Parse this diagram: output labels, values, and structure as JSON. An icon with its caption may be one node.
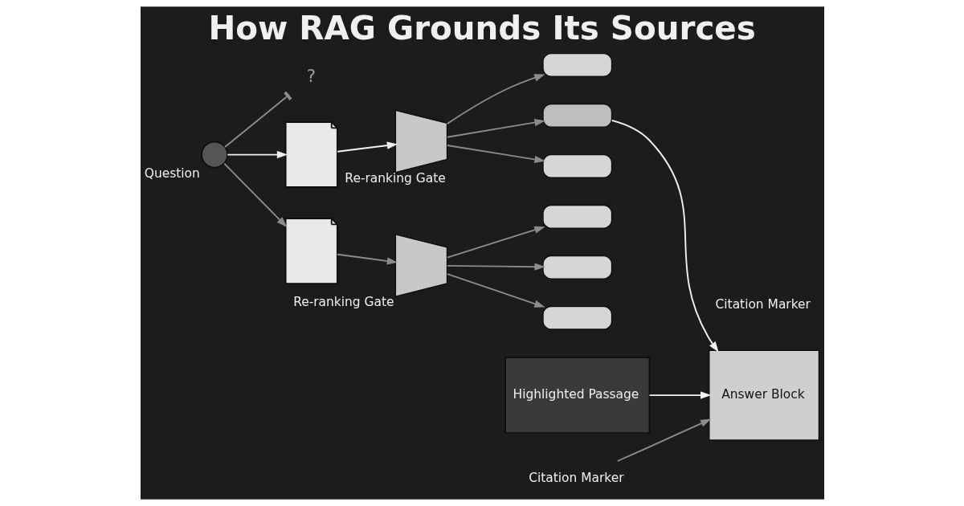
{
  "diagram": {
    "title": "How RAG Grounds Its Sources",
    "nodes": [
      {
        "text": [
          "Question"
        ]
      },
      {
        "text": [
          "?"
        ]
      },
      {
        "text": [],
        "shape": "picture"
      },
      {
        "text": [
          "Re-ranking Gate"
        ]
      },
      {
        "text": [],
        "shape": "box"
      },
      {
        "text": [],
        "shape": "box"
      },
      {
        "text": [],
        "shape": "box"
      },
      {
        "text": [
          "Answer Block"
        ]
      },
      {
        "text": [],
        "shape": "picture"
      },
      {
        "text": [
          "Re-ranking Gate"
        ]
      },
      {
        "text": [],
        "shape": "box"
      },
      {
        "text": [],
        "shape": "box"
      },
      {
        "text": [],
        "shape": "box"
      },
      {
        "text": [
          "Highlighted Passage"
        ]
      },
      {
        "text": [
          "Citation Marker"
        ]
      }
    ],
    "edges": [
      {
        "from": 0,
        "to": 1,
        "arrow": "other"
      },
      {
        "from": 0,
        "to": 2,
        "arrow": "to",
        "color": "#f2f2f2"
      },
      {
        "from": 0,
        "to": 8,
        "arrow": "to"
      },
      {
        "from": 2,
        "to": 3,
        "arrow": "to",
        "color": "#f2f2f2"
      },
      {
        "from": 3,
        "to": 4,
        "arrow": "to"
      },
      {
        "from": 3,
        "to": 5,
        "arrow": "to"
      },
      {
        "from": 3,
        "to": 6,
        "arrow": "to"
      },
      {
        "from": 5,
        "to": 7,
        "arrow": "to",
        "color": "#f2f2f2"
      },
      {
        "from": 8,
        "to": 9,
        "arrow": "to"
      },
      {
        "from": 9,
        "to": 10,
        "arrow": "to"
      },
      {
        "from": 9,
        "to": 11,
        "arrow": "to"
      },
      {
        "from": 9,
        "to": 12,
        "arrow": "to"
      },
      {
        "from": 13,
        "to": 7,
        "arrow": "to",
        "color": "#f2f2f2"
      },
      {
        "from": 14,
        "to": 7,
        "arrow": "to"
      }
    ],
    "labels": [
      "Citation Marker"
    ]
  }
}
